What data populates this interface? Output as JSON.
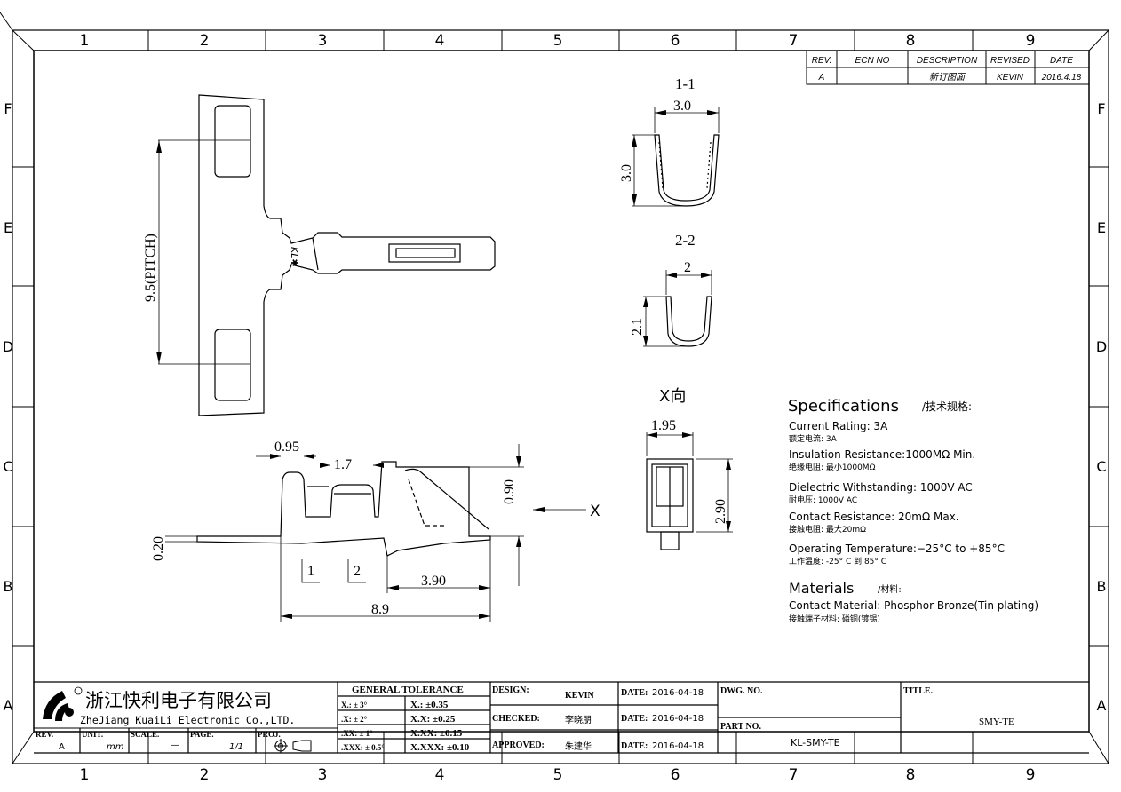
{
  "grid": {
    "columns": [
      "1",
      "2",
      "3",
      "4",
      "5",
      "6",
      "7",
      "8",
      "9"
    ],
    "rows": [
      "F",
      "E",
      "D",
      "C",
      "B",
      "A"
    ]
  },
  "revision_table": {
    "headers": {
      "rev": "REV.",
      "ecn": "ECN NO",
      "desc": "DESCRIPTION",
      "revised": "REVISED",
      "date": "DATE"
    },
    "row": {
      "rev": "A",
      "ecn": "",
      "desc": "新订图面",
      "revised": "KEVIN",
      "date": "2016.4.18"
    }
  },
  "sections": {
    "s1": "1-1",
    "s2": "2-2",
    "x_view": "X向",
    "x_arrow": "X"
  },
  "dimensions": {
    "pitch": "9.5(PITCH)",
    "s1_width": "3.0",
    "s1_height": "3.0",
    "s2_width": "2",
    "s2_height": "2.1",
    "xv_width": "1.95",
    "xv_height": "2.90",
    "d095": "0.95",
    "d17": "1.7",
    "d090": "0.90",
    "d020": "0.20",
    "d390": "3.90",
    "d89": "8.9",
    "cut1": "1",
    "cut2": "2",
    "mark": "KL✱"
  },
  "specs": {
    "title": "Specifications",
    "title_cn": "/技术规格:",
    "lines": [
      {
        "en": "Current Rating: 3A",
        "cn": "额定电流: 3A"
      },
      {
        "en": "Insulation Resistance:1000MΩ  Min.",
        "cn": "绝缘电阻: 最小1000MΩ"
      },
      {
        "en": "Dielectric Withstanding:  1000V AC",
        "cn": "耐电压: 1000V AC"
      },
      {
        "en": "Contact Resistance:  20mΩ  Max.",
        "cn": "接触电阻: 最大20mΩ"
      },
      {
        "en": "Operating Temperature:−25°C to +85°C",
        "cn": "工作温度: -25° C 到 85° C"
      }
    ],
    "materials_title": "Materials",
    "materials_cn": "/材料:",
    "materials": [
      {
        "en": "Contact Material: Phosphor Bronze(Tin plating)",
        "cn": "接触端子材料: 磷铜(镀锡)"
      }
    ]
  },
  "title_block": {
    "company_cn": "浙江快利电子有限公司",
    "company_en": "ZheJiang KuaiLi Electronic Co.,LTD.",
    "rev_label": "REV.",
    "rev_value": "A",
    "unit_label": "UNIT.",
    "unit_value": "mm",
    "scale_label": "SCALE.",
    "scale_value": "—",
    "page_label": "PAGE.",
    "page_value": "1/1",
    "proj_label": "PROJ.",
    "tolerance_header": "GENERAL  TOLERANCE",
    "tolerance": [
      {
        "angle": "X.: ± 3°",
        "linear": "X.:   ±0.35"
      },
      {
        "angle": ".X: ± 2°",
        "linear": "X.X:   ±0.25"
      },
      {
        "angle": ".XX: ± 1°",
        "linear": "X.XX:  ±0.15"
      },
      {
        "angle": ".XXX: ± 0.5°",
        "linear": "X.XXX: ±0.10"
      }
    ],
    "design_label": "DESIGN:",
    "design_value": "KEVIN",
    "checked_label": "CHECKED:",
    "checked_value": "李晓朋",
    "approved_label": "APPROVED:",
    "approved_value": "朱建华",
    "date_label": "DATE:",
    "dates": [
      "2016-04-18",
      "2016-04-18",
      "2016-04-18"
    ],
    "dwg_label": "DWG. NO.",
    "dwg_value": "",
    "part_label": "PART NO.",
    "part_value": "KL-SMY-TE",
    "title_label": "TITLE.",
    "title_value": "SMY-TE"
  }
}
